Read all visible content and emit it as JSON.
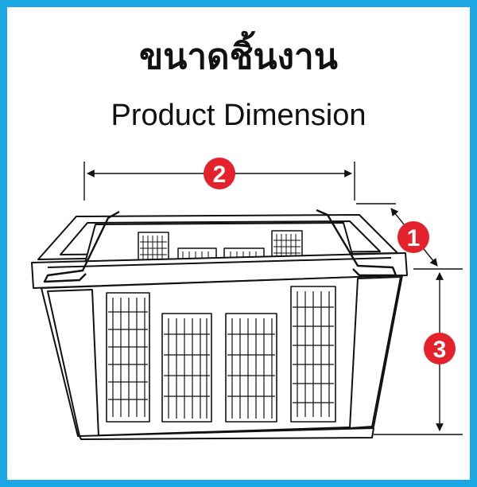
{
  "title_thai": "ขนาดชิ้นงาน",
  "title_english": "Product Dimension",
  "dimension_markers": [
    "1",
    "2",
    "3"
  ],
  "colors": {
    "frame": "#1aa7e3",
    "marker": "#e3222b",
    "line": "#111111"
  }
}
